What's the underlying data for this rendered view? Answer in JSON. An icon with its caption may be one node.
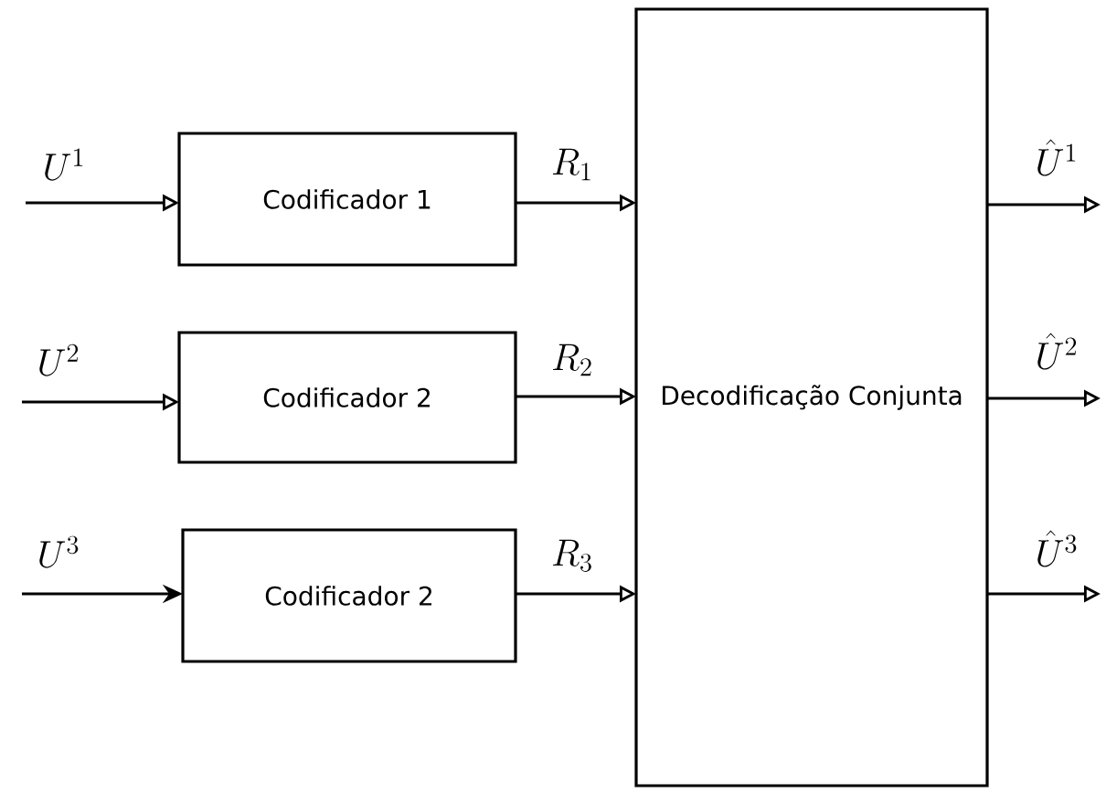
{
  "diagram": {
    "nodes": [
      {
        "text": [
          "Codificador 1"
        ]
      },
      {
        "text": [
          "Codificador 2"
        ]
      },
      {
        "text": [
          "Codificador 2"
        ]
      },
      {
        "text": [
          "Decodificação Conjunta"
        ]
      }
    ],
    "edges": [
      {
        "from": null,
        "to": 0,
        "arrow": "to",
        "label": "U^1"
      },
      {
        "from": null,
        "to": 1,
        "arrow": "to",
        "label": "U^2"
      },
      {
        "from": null,
        "to": 2,
        "arrow": "to",
        "label": "U^3"
      },
      {
        "from": 0,
        "to": 3,
        "arrow": "to",
        "label": "R_1"
      },
      {
        "from": 1,
        "to": 3,
        "arrow": "to",
        "label": "R_2"
      },
      {
        "from": 2,
        "to": 3,
        "arrow": "to",
        "label": "R_3"
      },
      {
        "from": 3,
        "to": null,
        "arrow": "to",
        "label": "\\hat{U}^1"
      },
      {
        "from": 3,
        "to": null,
        "arrow": "to",
        "label": "\\hat{U}^2"
      },
      {
        "from": 3,
        "to": null,
        "arrow": "to",
        "label": "\\hat{U}^3"
      }
    ]
  }
}
